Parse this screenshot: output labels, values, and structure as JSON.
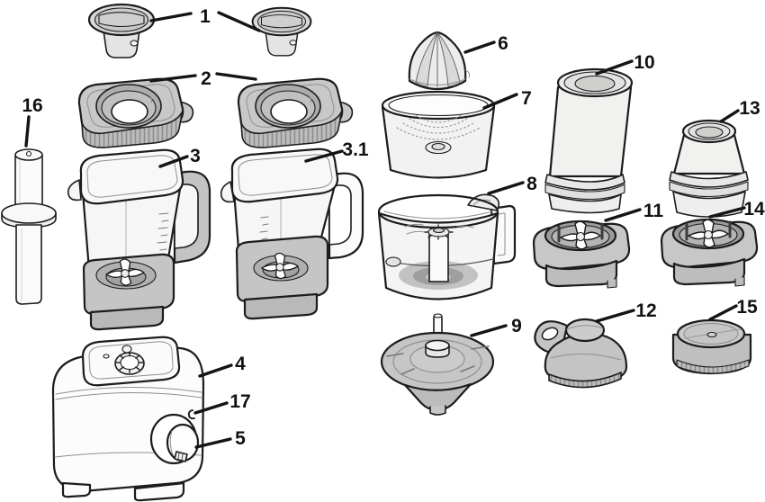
{
  "diagram": {
    "kind": "exploded-parts-diagram",
    "subject": "blender-and-food-processor-system",
    "background_color": "#ffffff",
    "outline_color": "#1a1a1a",
    "gray_fill_color": "#c6c6c6",
    "light_fill_color": "#f2f2f1",
    "label_color": "#121212"
  },
  "parts": [
    {
      "number": "1",
      "name": "lid-plug-cap",
      "count_shown": 2
    },
    {
      "number": "2",
      "name": "jar-lid-collar",
      "count_shown": 2
    },
    {
      "number": "3",
      "name": "blender-jar-with-handle"
    },
    {
      "number": "3.1",
      "name": "blender-jar-variant"
    },
    {
      "number": "4",
      "name": "motor-base"
    },
    {
      "number": "5",
      "name": "control-dial"
    },
    {
      "number": "6",
      "name": "citrus-juicer-cone"
    },
    {
      "number": "7",
      "name": "citrus-juicer-strainer"
    },
    {
      "number": "8",
      "name": "food-processor-bowl"
    },
    {
      "number": "9",
      "name": "slicing-disc"
    },
    {
      "number": "10",
      "name": "tall-blending-cup"
    },
    {
      "number": "11",
      "name": "cup-blade-assembly"
    },
    {
      "number": "12",
      "name": "to-go-spout-lid"
    },
    {
      "number": "13",
      "name": "small-blending-cup"
    },
    {
      "number": "14",
      "name": "cup-blade-assembly-small"
    },
    {
      "number": "15",
      "name": "cup-storage-lid"
    },
    {
      "number": "16",
      "name": "tamper"
    },
    {
      "number": "17",
      "name": "indicator-light"
    }
  ]
}
